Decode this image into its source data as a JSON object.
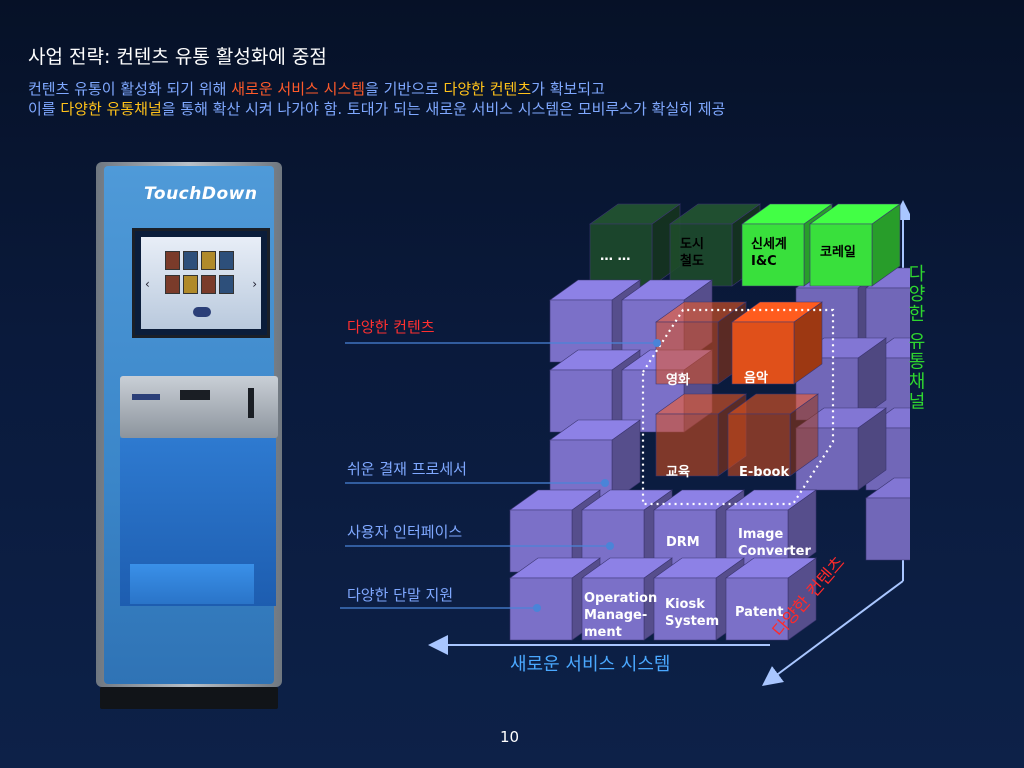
{
  "slide": {
    "title": "사업 전략: 컨텐츠 유통 활성화에 중점",
    "subtitle_line1": {
      "part1": "컨텐츠 유통이 활성화 되기 위해 ",
      "highlight1": "새로운 서비스 시스템",
      "part2": "을 기반으로 ",
      "highlight2": "다양한 컨텐츠",
      "part3": "가 확보되고"
    },
    "subtitle_line2": {
      "part1": "이를 ",
      "highlight1": "다양한 유통채널",
      "part2": "을 통해 확산 시켜 나가야 함.  토대가 되는 새로운 서비스 시스템은 모비루스가 확실히 제공"
    },
    "page_number": "10"
  },
  "kiosk": {
    "logo": "TouchDown",
    "colors": {
      "body": "#3b86c9",
      "frame": "#9aa3ad"
    }
  },
  "diagram": {
    "left_labels": {
      "contents": "다양한 컨텐츠",
      "payment": "쉬운 결재 프로세서",
      "ui": "사용자 인터페이스",
      "devices": "다양한 단말 지원"
    },
    "top_cubes": [
      "… …",
      "도시 철도",
      "신세계 I&C",
      "코레일"
    ],
    "content_cubes": [
      "영화",
      "음악",
      "교육",
      "E-book"
    ],
    "system_cubes": [
      "DRM",
      "Image Converter",
      "Operation Manage- ment",
      "Kiosk System",
      "Patent"
    ],
    "axes": {
      "vertical": "다양한 유통채널",
      "depth": "다양한 컨텐츠",
      "horizontal": "새로운 서비스 시스템"
    },
    "colors": {
      "cube_purple": "#7b70c8",
      "cube_green": "#39e03c",
      "cube_dark_green": "#1f4d2a",
      "cube_orange": "#e0501a",
      "axis_blue": "#4aa8ff",
      "label_red": "#ff3030"
    }
  }
}
